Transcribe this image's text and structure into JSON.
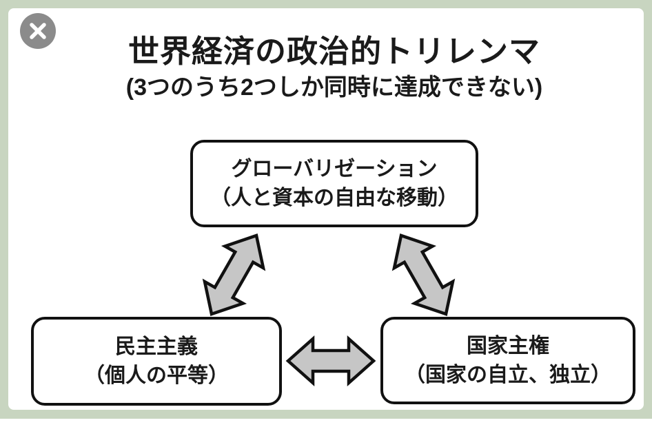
{
  "viewer": {
    "close_button": {
      "icon": "close-x",
      "label": "close"
    }
  },
  "diagram": {
    "title": "世界経済の政治的トリレンマ",
    "subtitle": "(3つのうち2つしか同時に達成できない)",
    "nodes": {
      "globalization": {
        "line1": "グローバリゼーション",
        "line2": "（人と資本の自由な移動）"
      },
      "democracy": {
        "line1": "民主主義",
        "line2": "（個人の平等）"
      },
      "sovereignty": {
        "line1": "国家主権",
        "line2": "（国家の自立、独立）"
      }
    },
    "edges": [
      {
        "from": "グローバリゼーション",
        "to": "民主主義",
        "style": "double-headed-arrow"
      },
      {
        "from": "グローバリゼーション",
        "to": "国家主権",
        "style": "double-headed-arrow"
      },
      {
        "from": "民主主義",
        "to": "国家主権",
        "style": "double-headed-arrow"
      }
    ],
    "colors": {
      "frame_border": "#c8d5c0",
      "canvas_background": "#ffffff",
      "node_border": "#111111",
      "arrow_fill": "#c6c6c6",
      "arrow_outline": "#111111",
      "close_button_background": "#8b8b8b",
      "close_button_glyph": "#ffffff",
      "text": "#1a1a1a"
    }
  }
}
